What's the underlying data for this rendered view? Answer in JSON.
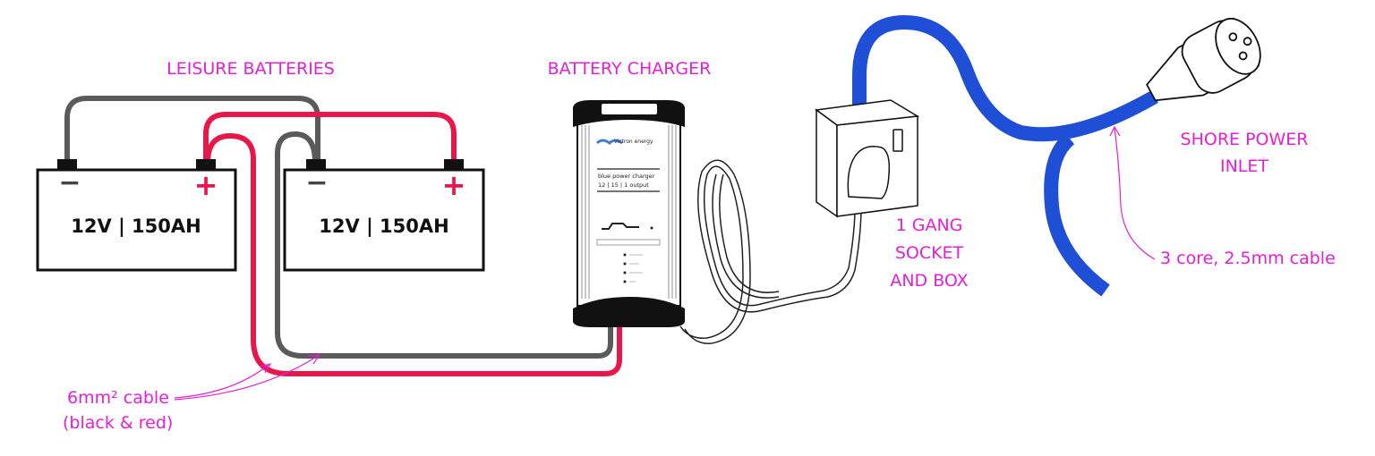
{
  "labels": {
    "leisure_batteries": "LEISURE BATTERIES",
    "battery_charger": "BATTERY CHARGER",
    "shore_power_line1": "SHORE POWER",
    "shore_power_line2": "INLET",
    "socket_line1": "1 GANG",
    "socket_line2": "SOCKET",
    "socket_line3": "AND BOX",
    "shore_cable": "3 core, 2.5mm cable",
    "dc_cable_line1": "6mm² cable",
    "dc_cable_line2": "(black & red)"
  },
  "batteries": [
    {
      "rating": "12V | 150AH",
      "neg": "−",
      "pos": "+"
    },
    {
      "rating": "12V | 150AH",
      "neg": "−",
      "pos": "+"
    }
  ],
  "charger": {
    "brand": "victron energy",
    "model": "blue power charger",
    "spec": "12 | 15 | 1 output"
  },
  "colors": {
    "label": "#e41fd6",
    "positive_cable": "#e8174a",
    "negative_cable": "#5a5a5a",
    "shore_cable": "#1f4fd6"
  }
}
